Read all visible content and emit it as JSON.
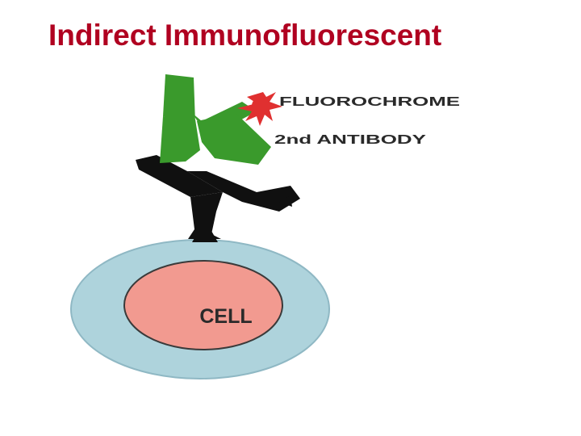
{
  "title": "Indirect Immunofluorescent",
  "labels": {
    "fluorochrome": "FLUOROCHROME",
    "second_antibody": "2nd ANTIBODY",
    "cell": "CELL"
  },
  "colors": {
    "title": "#b00020",
    "cell_outer": "#aed3dc",
    "cell_outer_stroke": "#8fb8c4",
    "cell_nucleus": "#f29a90",
    "cell_nucleus_stroke": "#3a3a3a",
    "second_antibody": "#3a9a2c",
    "primary_antibody": "#101010",
    "fluorochrome": "#e03030",
    "label_text": "#2a2a2a"
  }
}
